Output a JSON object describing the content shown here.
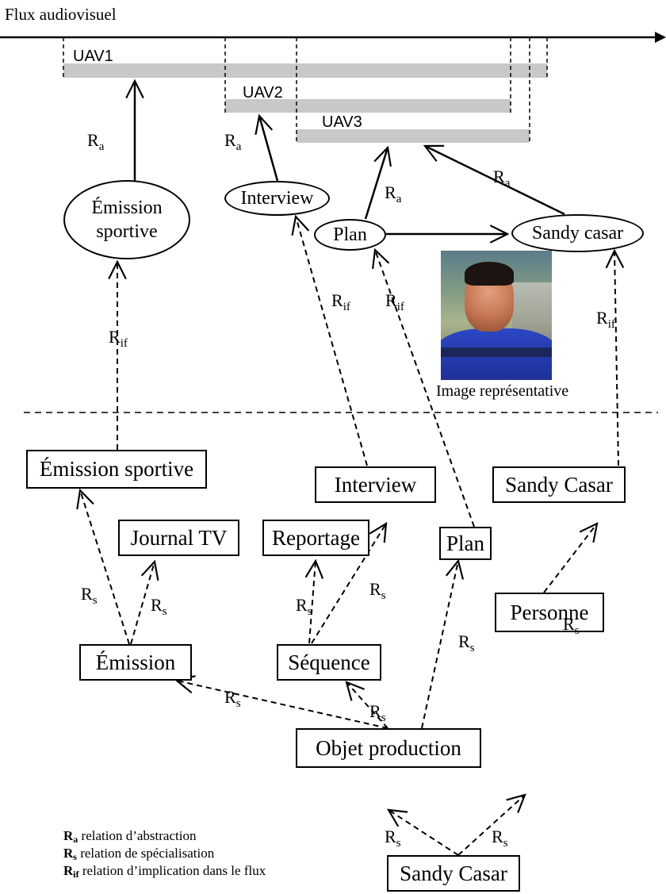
{
  "flow_label": "Flux audiovisuel",
  "uav": {
    "uav1": "UAV1",
    "uav2": "UAV2",
    "uav3": "UAV3"
  },
  "ellipses": {
    "emission_sportive_l1": "Émission",
    "emission_sportive_l2": "sportive",
    "interview": "Interview",
    "plan": "Plan",
    "sandy_casar": "Sandy casar"
  },
  "image_caption": "Image représentative",
  "boxes": {
    "emission_sportive": "Émission sportive",
    "journal_tv": "Journal TV",
    "reportage": "Reportage",
    "interview": "Interview",
    "plan": "Plan",
    "sandy_casar_top": "Sandy Casar",
    "emission": "Émission",
    "sequence": "Séquence",
    "personne": "Personne",
    "objet_production": "Objet production",
    "sandy_casar_bottom": "Sandy Casar"
  },
  "relations": {
    "R": "R",
    "a": "a",
    "s": "s",
    "if": "if"
  },
  "legend": {
    "ra_text": "relation d’abstraction",
    "rs_text": "relation de spécialisation",
    "rif_text": "relation d’implication dans le flux"
  },
  "colors": {
    "bar": "#c8c8c8",
    "line": "#000000"
  }
}
